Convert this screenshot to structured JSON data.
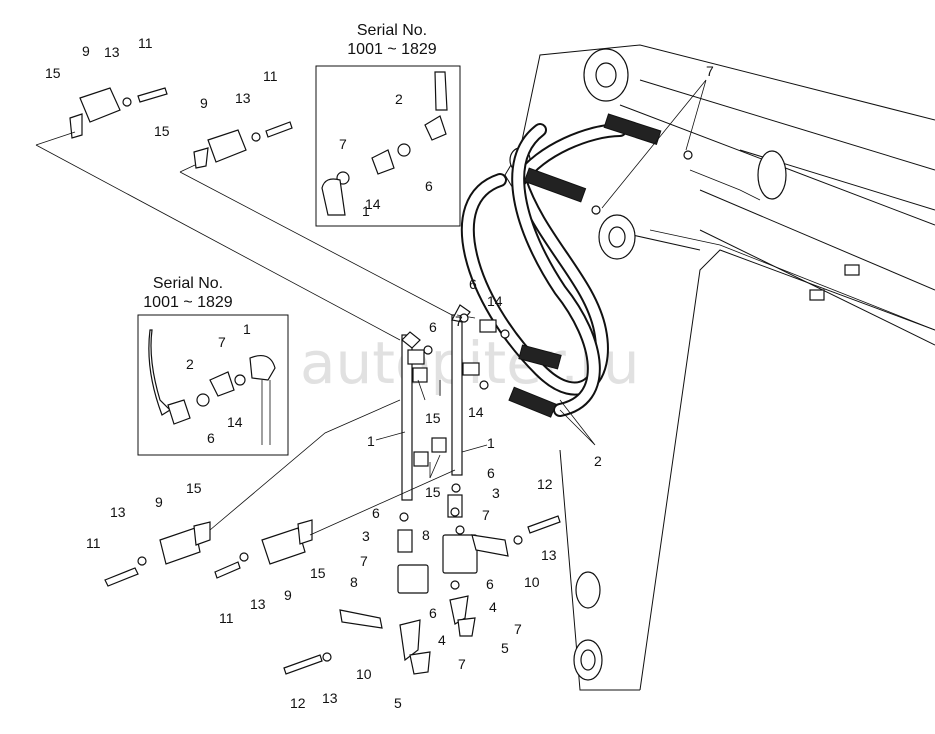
{
  "serial_boxes": [
    {
      "line1": "Serial No.",
      "line2": "1001 ~ 1829"
    },
    {
      "line1": "Serial No.",
      "line2": "1001 ~ 1829"
    }
  ],
  "watermark": "autopiter.ru",
  "labels": {
    "l1": "9",
    "l2": "13",
    "l3": "11",
    "l4": "15",
    "l5": "9",
    "l6": "13",
    "l7": "11",
    "l8": "15",
    "l9": "2",
    "l10": "7",
    "l11": "6",
    "l12": "14",
    "l13": "1",
    "l14": "7",
    "l15": "1",
    "l16": "7",
    "l17": "2",
    "l18": "6",
    "l19": "14",
    "l20": "6",
    "l21": "14",
    "l22": "7",
    "l23": "6",
    "l24": "15",
    "l25": "14",
    "l26": "15",
    "l27": "1",
    "l28": "1",
    "l29": "2",
    "l30": "6",
    "l31": "3",
    "l32": "7",
    "l33": "12",
    "l34": "8",
    "l35": "6",
    "l36": "3",
    "l37": "7",
    "l38": "13",
    "l39": "10",
    "l40": "8",
    "l41": "6",
    "l42": "4",
    "l43": "7",
    "l44": "5",
    "l45": "6",
    "l46": "4",
    "l47": "7",
    "l48": "5",
    "l49": "10",
    "l50": "12",
    "l51": "13",
    "l52": "15",
    "l53": "9",
    "l54": "13",
    "l55": "11",
    "l56": "11",
    "l57": "13",
    "l58": "9",
    "l59": "15"
  }
}
